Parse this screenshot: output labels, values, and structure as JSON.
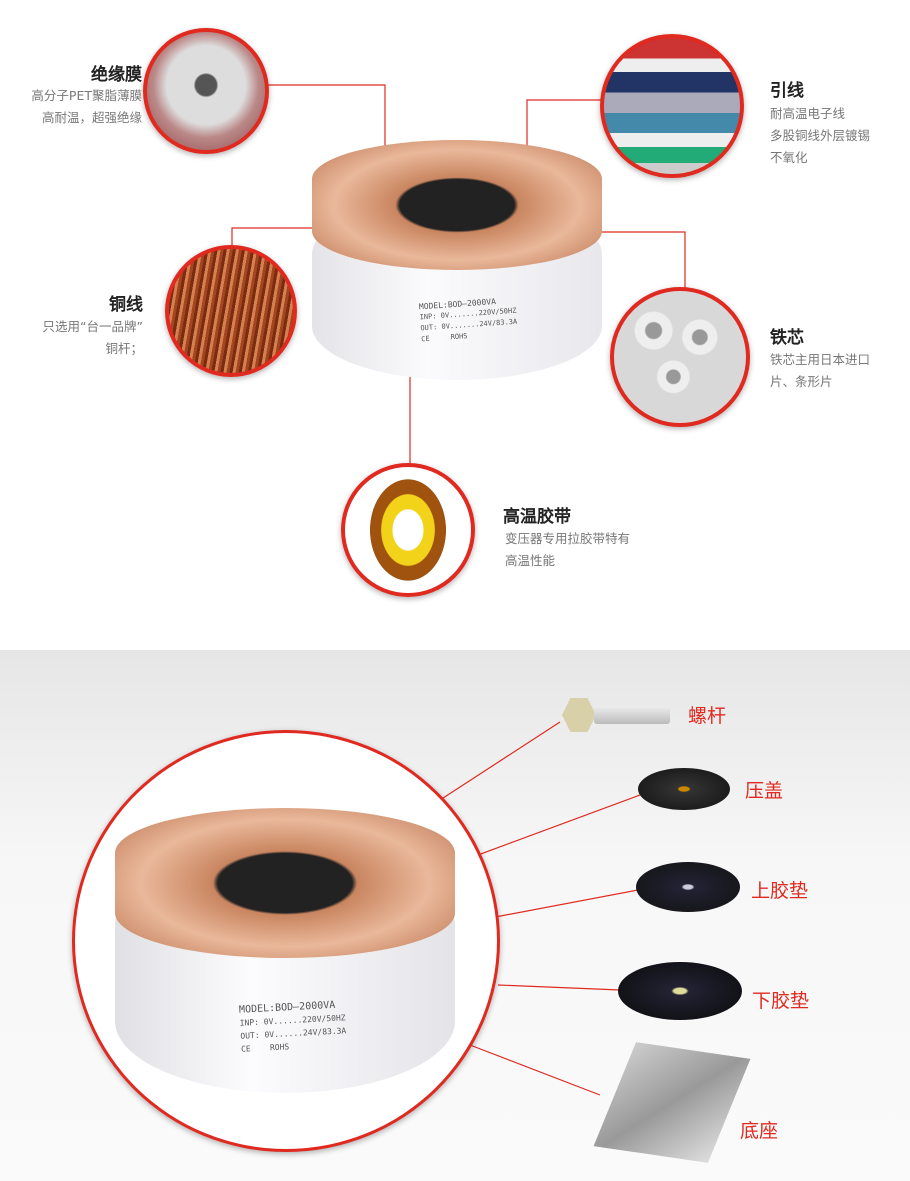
{
  "callouts": {
    "insulation": {
      "title": "绝缘膜",
      "lines": [
        "高分子PET聚脂薄膜",
        "高耐温，超强绝缘"
      ]
    },
    "copper": {
      "title": "铜线",
      "lines": [
        "只选用“台一品牌”",
        "铜杆；"
      ]
    },
    "leads": {
      "title": "引线",
      "lines": [
        "耐高温电子线",
        "多股铜线外层镀锡",
        "不氧化"
      ]
    },
    "core": {
      "title": "铁芯",
      "lines": [
        "铁芯主用日本进口",
        "片、条形片"
      ]
    },
    "tape": {
      "title": "高温胶带",
      "lines": [
        "变压器专用拉胶带特有",
        "高温性能"
      ]
    }
  },
  "product_label": {
    "model": "MODEL:BOD—2000VA",
    "in": "220V/50HZ",
    "out": "24V/83.3A",
    "rohs": "ROHS"
  },
  "parts": [
    "螺杆",
    "压盖",
    "上胶垫",
    "下胶垫",
    "底座"
  ],
  "colors": {
    "accent": "#e02a20"
  }
}
